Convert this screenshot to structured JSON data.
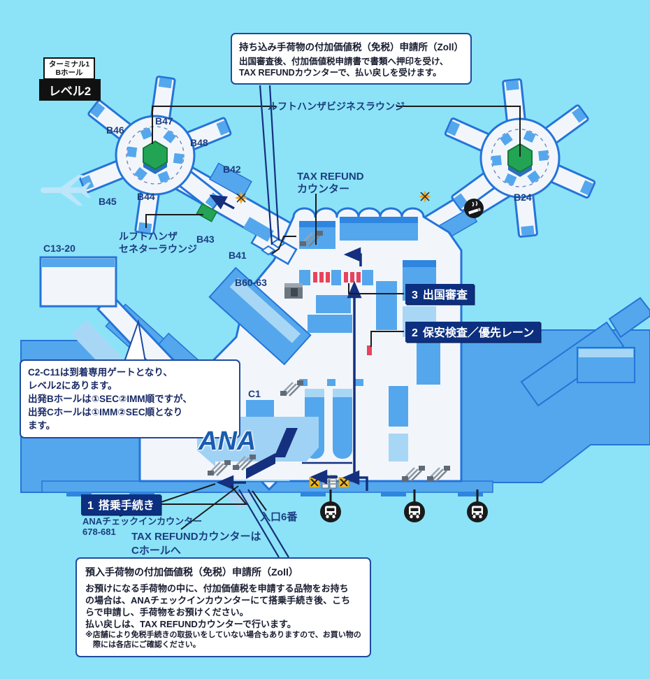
{
  "badge": {
    "terminal": "ターミナル1",
    "hall": "Bホール",
    "level": "レベル2"
  },
  "gates": {
    "b46": "B46",
    "b47": "B47",
    "b48": "B48",
    "b45": "B45",
    "b44": "B44",
    "b42": "B42",
    "b43": "B43",
    "b41": "B41",
    "b60_63": "B60-63",
    "b24": "B24",
    "c13_20": "C13-20",
    "c1": "C1"
  },
  "lounges": {
    "business": "ルフトハンザビジネスラウンジ",
    "senator_line1": "ルフトハンザ",
    "senator_line2": "セネターラウンジ"
  },
  "tax_refund_counter": {
    "line1": "TAX REFUND",
    "line2": "カウンター"
  },
  "steps": {
    "boarding": {
      "num": "1",
      "label": "搭乗手続き"
    },
    "security": {
      "num": "2",
      "label": "保安検査／優先レーン"
    },
    "immigration": {
      "num": "3",
      "label": "出国審査"
    }
  },
  "checkin": {
    "line1": "ANAチェックインカウンター",
    "line2": "678-681"
  },
  "tax_refund_c_hall": {
    "line1": "TAX REFUNDカウンターは",
    "line2": "Cホールへ"
  },
  "entrance": "入口6番",
  "ana_logo": "ANA",
  "callout_top": {
    "title": "持ち込み手荷物の付加価値税（免税）申請所（Zoll）",
    "body": [
      "出国審査後、付加価値税申請書で書類へ押印を受け、",
      "TAX REFUNDカウンターで、払い戻しを受けます。"
    ]
  },
  "callout_left": {
    "lines": [
      "C2-C11は到着専用ゲートとなり、",
      "レベル2にあります。",
      "出発Bホールは①SEC②IMM順ですが、",
      "出発Cホールは①IMM②SEC順となり",
      "ます。"
    ]
  },
  "callout_bottom": {
    "title": "預入手荷物の付加価値税（免税）申請所（Zoll）",
    "body": [
      "お預けになる手荷物の中に、付加価値税を申請する品物をお持ち",
      "の場合は、ANAチェックインカウンターにて搭乗手続き後、こち",
      "らで申請し、手荷物をお預けください。",
      "払い戻しは、TAX REFUNDカウンターで行います。"
    ],
    "note": [
      "※店舗により免税手続きの取扱いをしていない場合もありますので、お買い物の",
      "際には各店にご確認ください。"
    ]
  },
  "icons": {
    "lufthansa-lounge-marker": "green-hexagon",
    "senator-lounge-marker": "green-rectangle",
    "meeting-point-icon": "orange-star-x",
    "smoking-area-icon": "cigarette-circle",
    "bus-stop-icon": "bus-circle",
    "escalator-icon": "gray-stripes",
    "tax-office-icon": "white-diamond",
    "passport-booth-icon": "red-booth",
    "closed-icon": "yellow-x-box",
    "airplane-icon": "plane-silhouette",
    "route-arrow-icon": "navy-arrow"
  },
  "colors": {
    "background": "#8ce3f7",
    "terminal_blue": "#54a7ec",
    "edge_blue": "#2474d8",
    "interior_white": "#f2f6fb",
    "navy": "#14307e",
    "label_box": "#0d2f80",
    "green": "#23a455",
    "orange": "#f4a51f",
    "booth_red": "#e8435c",
    "caution_yellow": "#f4b81f",
    "callout_border": "#1f4aa0"
  }
}
